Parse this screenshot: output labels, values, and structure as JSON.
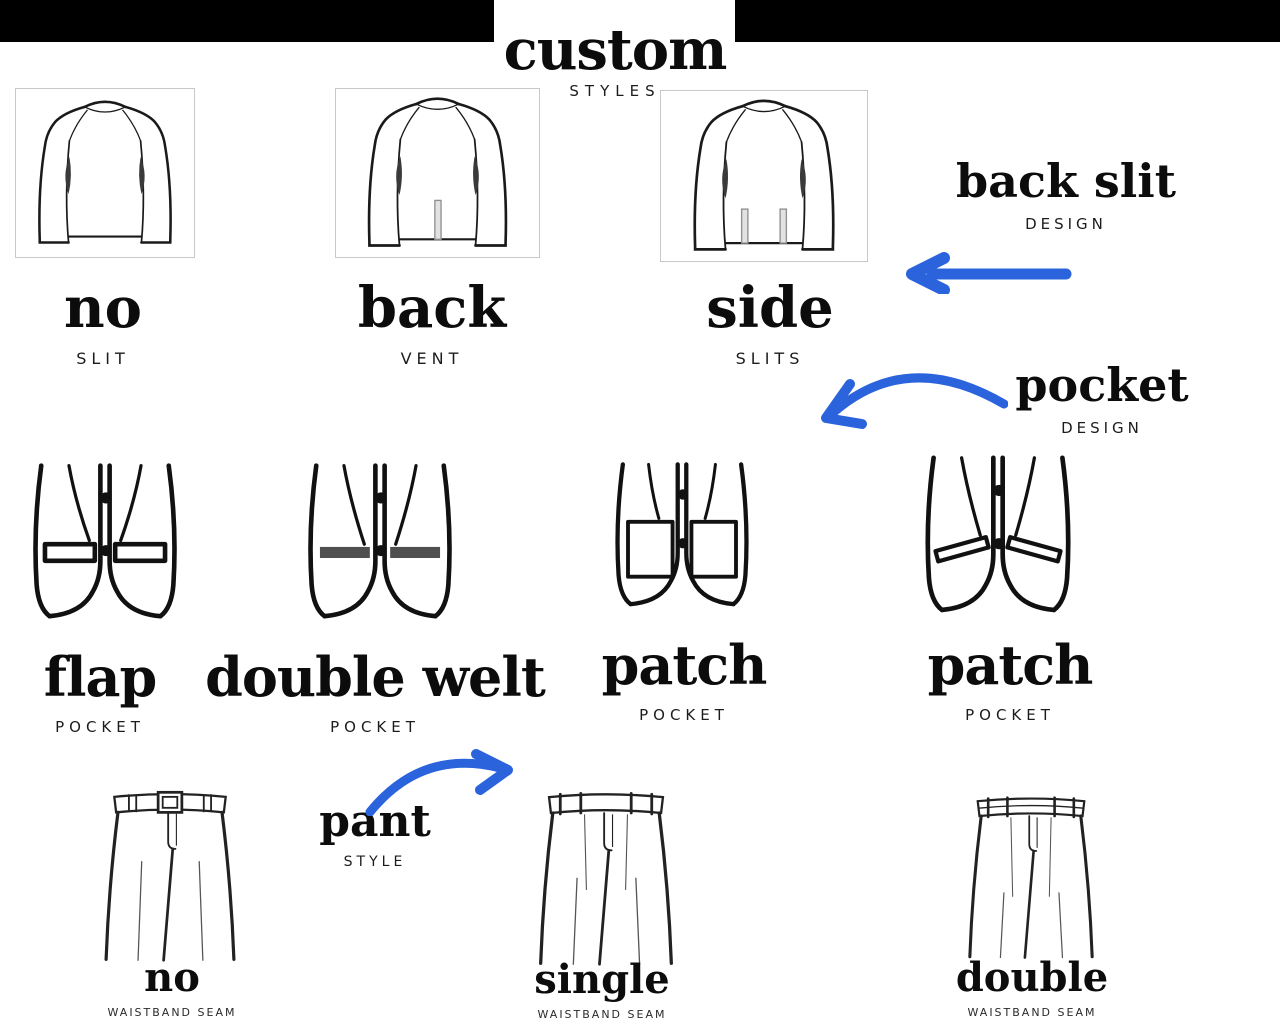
{
  "header": {
    "title": "custom",
    "subtitle": "STYLES"
  },
  "callouts": {
    "back_slit": {
      "title": "back slit",
      "subtitle": "DESIGN"
    },
    "pocket": {
      "title": "pocket",
      "subtitle": "DESIGN"
    },
    "pant": {
      "title": "pant",
      "subtitle": "STYLE"
    }
  },
  "slit_styles": [
    {
      "label": "no",
      "sublabel": "SLIT",
      "variant": "no-slit"
    },
    {
      "label": "back",
      "sublabel": "VENT",
      "variant": "center-vent"
    },
    {
      "label": "side",
      "sublabel": "SLITS",
      "variant": "side-slits"
    }
  ],
  "pocket_styles": [
    {
      "label": "flap",
      "sublabel": "POCKET",
      "variant": "flap"
    },
    {
      "label": "double welt",
      "sublabel": "POCKET",
      "variant": "double-welt"
    },
    {
      "label": "patch",
      "sublabel": "POCKET",
      "variant": "patch"
    },
    {
      "label": "patch",
      "sublabel": "POCKET",
      "variant": "slanted-welt"
    }
  ],
  "pant_styles": [
    {
      "label": "no",
      "sublabel": "WAISTBAND SEAM",
      "variant": "belt-no-seam"
    },
    {
      "label": "single",
      "sublabel": "WAISTBAND SEAM",
      "variant": "single-seam"
    },
    {
      "label": "double",
      "sublabel": "WAISTBAND SEAM",
      "variant": "double-seam"
    }
  ],
  "colors": {
    "accent_blue": "#2b63dd",
    "bar_black": "#000000",
    "welt_fill": "#4f4f4f",
    "box_border": "#c9c9c9"
  }
}
